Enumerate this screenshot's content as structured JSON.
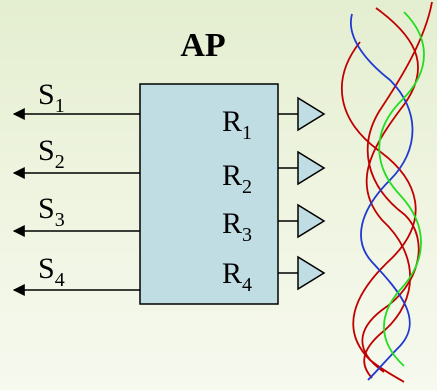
{
  "diagram": {
    "title": "AP",
    "signals": [
      {
        "letter": "S",
        "index": "1"
      },
      {
        "letter": "S",
        "index": "2"
      },
      {
        "letter": "S",
        "index": "3"
      },
      {
        "letter": "S",
        "index": "4"
      }
    ],
    "receivers": [
      {
        "letter": "R",
        "index": "1"
      },
      {
        "letter": "R",
        "index": "2"
      },
      {
        "letter": "R",
        "index": "3"
      },
      {
        "letter": "R",
        "index": "4"
      }
    ],
    "colors": {
      "box_fill": "#bfdde2",
      "box_stroke": "#000000",
      "antenna_fill": "#bfdde2",
      "wave_red": "#c00000",
      "wave_blue": "#1f3ad1",
      "wave_green": "#22dd22"
    }
  }
}
